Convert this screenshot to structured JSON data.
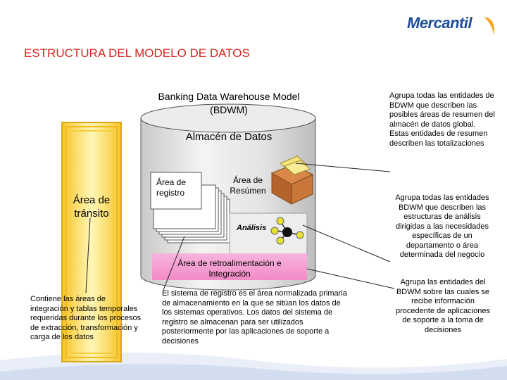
{
  "logo": {
    "text": "Mercantil",
    "icon": "swoosh-icon"
  },
  "title": "ESTRUCTURA DEL MODELO DE DATOS",
  "diagram": {
    "bdwm_title_line1": "Banking Data Warehouse Model",
    "bdwm_title_line2": "(BDWM)",
    "almacen": "Almacén de Datos",
    "transito_line1": "Área de",
    "transito_line2": "tránsito",
    "registro_line1": "Área de",
    "registro_line2": "registro",
    "resumen_line1": "Área de",
    "resumen_line2": "Resúmen",
    "analisis": "Análisis",
    "retro_line1": "Área de retroalimentación e",
    "retro_line2": "Integración"
  },
  "descriptions": {
    "transito": "Contiene las áreas de integración y tablas temporales requeridas durante los procesos de extracción, transformación y carga de los datos",
    "registro": "El sistema de registro es el área normalizada primaria de almacenamiento en la que se sitúan los datos de los sistemas operativos. Los datos del sistema de registro se almacenan para ser utilizados posteriormente por las aplicaciones de soporte a decisiones"
  },
  "notes": {
    "resumen": "Agrupa todas las entidades de BDWM que describen las posibles áreas de resumen del almacén de datos global. Estas entidades de resumen describen las totalizaciones",
    "analisis": "Agrupa todas las entidades BDWM que describen las estructuras de análisis dirigidas a las necesidades específicas de un departamento o área determinada del negocio",
    "retro": "Agrupa las entidades del BDWM sobre las cuales se recibe información procedente de aplicaciones de soporte a la toma de decisiones"
  },
  "colors": {
    "title_red": "#d9241b",
    "logo_blue": "#1f4e9c",
    "logo_orange": "#f5a31a",
    "transito_yellow": "#ffd84a",
    "cylinder_gray": "#e2e2e2",
    "retro_pink": "#f59fcf"
  }
}
